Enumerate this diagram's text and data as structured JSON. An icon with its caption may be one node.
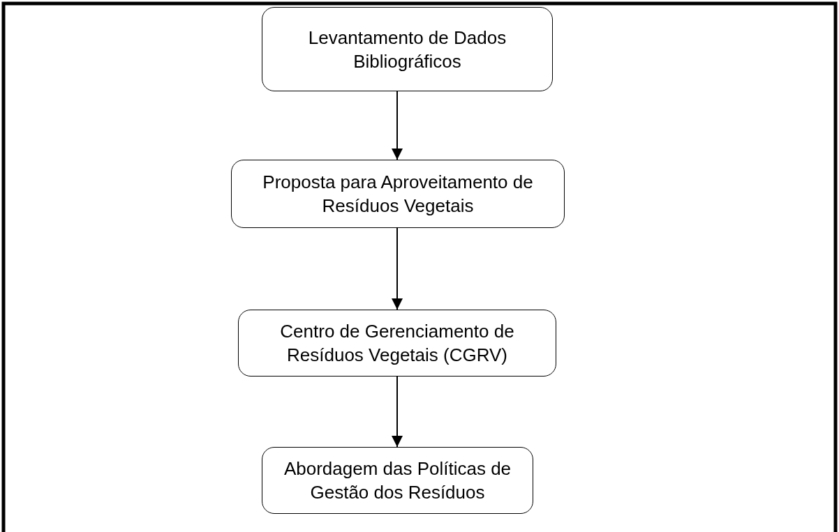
{
  "diagram": {
    "nodes": [
      {
        "text": [
          "Levantamento de Dados Bibliográficos"
        ]
      },
      {
        "text": [
          "Proposta para Aproveitamento de Resíduos Vegetais"
        ]
      },
      {
        "text": [
          "Centro de Gerenciamento de Resíduos Vegetais (CGRV)"
        ]
      },
      {
        "text": [
          "Abordagem das Políticas de Gestão dos Resíduos"
        ]
      }
    ],
    "edges": [
      {
        "from": 0,
        "to": 1,
        "arrow": "to"
      },
      {
        "from": 1,
        "to": 2,
        "arrow": "to"
      },
      {
        "from": 2,
        "to": 3,
        "arrow": "to"
      }
    ]
  }
}
